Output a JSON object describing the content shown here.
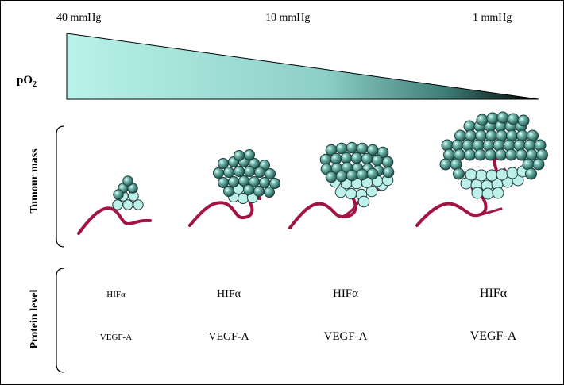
{
  "po2": {
    "axis_label_main": "pO",
    "axis_label_sub": "2",
    "levels": [
      "40 mmHg",
      "10 mmHg",
      "1 mmHg"
    ]
  },
  "rows": {
    "tumour": "Tumour mass",
    "protein": "Protein level"
  },
  "proteins": [
    "HIFα",
    "VEGF-A"
  ],
  "stages": [
    {
      "hif": "HIFα",
      "vegf": "VEGF-A",
      "scale": 1
    },
    {
      "hif": "HIFα",
      "vegf": "VEGF-A",
      "scale": 2
    },
    {
      "hif": "HIFα",
      "vegf": "VEGF-A",
      "scale": 3
    },
    {
      "hif": "HIFα",
      "vegf": "VEGF-A",
      "scale": 4
    }
  ],
  "colors": {
    "gradient_start": "#b9f2ea",
    "gradient_end": "#000000",
    "cell_dark": "#4e9a91",
    "cell_light": "#bdf0ea",
    "vessel": "#a31446"
  }
}
